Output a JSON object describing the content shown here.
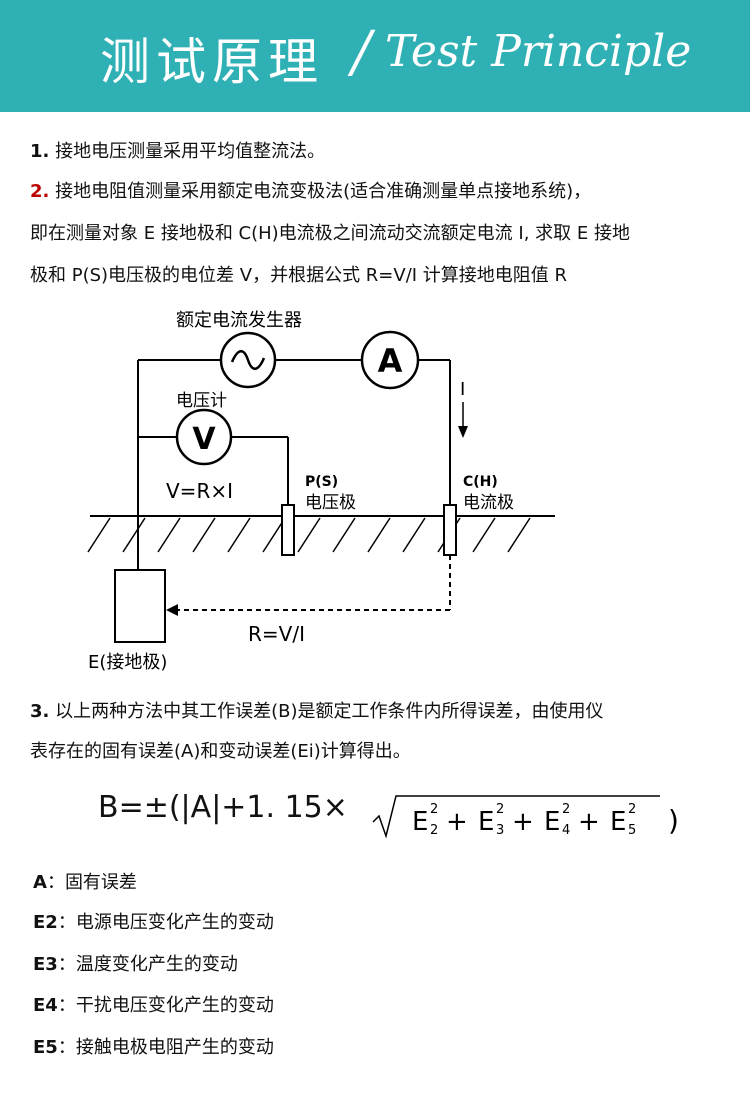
{
  "header": {
    "title_cn": "测试原理",
    "slash": "/",
    "title_en": "Test Principle",
    "bg_color": "#2fb0b4"
  },
  "items": {
    "item1": {
      "num": "1.",
      "text": "接地电压测量采用平均值整流法。"
    },
    "item2": {
      "num": "2.",
      "line1": "接地电阻值测量采用额定电流变极法(适合准确测量单点接地系统)，",
      "line2": "即在测量对象  E  接地极和  C(H)电流极之间流动交流额定电流  I, 求取  E  接地",
      "line3": "极和  P(S)电压极的电位差  V，并根据公式  R=V/I  计算接地电阻值  R"
    },
    "item3": {
      "num": "3.",
      "line1": "以上两种方法中其工作误差(B)是额定工作条件内所得误差，由使用仪",
      "line2": "表存在的固有误差(A)和变动误差(Ei)计算得出。"
    }
  },
  "diagram": {
    "generator_label": "额定电流发生器",
    "ac_symbol": "~",
    "ammeter_symbol": "A",
    "current_label": "I",
    "voltmeter_label": "电压计",
    "voltmeter_symbol": "V",
    "ohm_formula": "V=R×I",
    "p_label": "P(S)",
    "p_sub": "电压极",
    "c_label": "C(H)",
    "c_sub": "电流极",
    "r_formula": "R=V/I",
    "e_label": "E(接地极)"
  },
  "formula": {
    "prefix": "B=±(|A|+1. 15×",
    "e2": "E",
    "e2_sub": "2",
    "e2_sup": "2",
    "plus1": "+",
    "e3": "E",
    "e3_sub": "3",
    "e3_sup": "2",
    "plus2": "+",
    "e4": "E",
    "e4_sub": "4",
    "e4_sup": "2",
    "plus3": "+",
    "e5": "E",
    "e5_sub": "5",
    "e5_sup": "2",
    "suffix": ")"
  },
  "legend": [
    {
      "key": "A",
      "sep": "：",
      "desc": "固有误差"
    },
    {
      "key": "E2",
      "sep": "：",
      "desc": "电源电压变化产生的变动"
    },
    {
      "key": "E3",
      "sep": "：",
      "desc": "温度变化产生的变动"
    },
    {
      "key": "E4",
      "sep": "：",
      "desc": "干扰电压变化产生的变动"
    },
    {
      "key": "E5",
      "sep": "：",
      "desc": "接触电极电阻产生的变动"
    }
  ]
}
